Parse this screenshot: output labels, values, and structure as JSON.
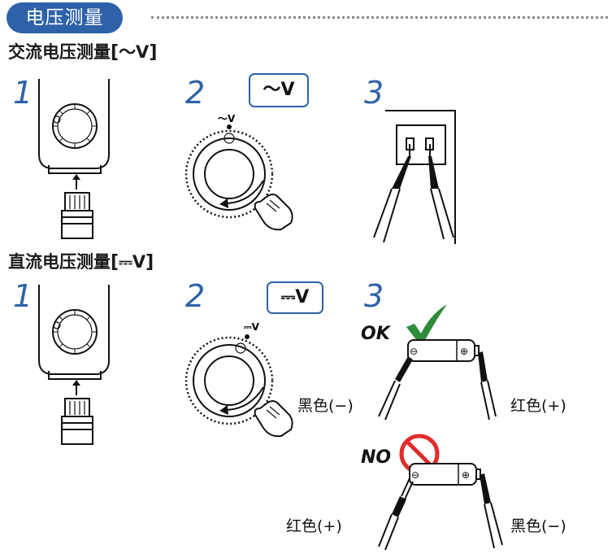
{
  "header": {
    "title": "电压测量"
  },
  "ac": {
    "title": "交流电压测量",
    "mode": "〜V",
    "steps": [
      "1",
      "2",
      "3"
    ],
    "bubble": "〜V",
    "dial_mark": "〜V"
  },
  "dc": {
    "title": "直流电压测量",
    "mode": "⎓V",
    "steps": [
      "1",
      "2",
      "3"
    ],
    "bubble": "⎓V",
    "dial_mark": "⎓V",
    "ok": {
      "label": "OK",
      "left_probe": "黑色(−)",
      "right_probe": "红色(+)"
    },
    "no": {
      "label": "NO",
      "left_probe": "红色(+)",
      "right_probe": "黑色(−)"
    }
  },
  "battery": {
    "minus": "⊖",
    "plus": "⊕"
  },
  "colors": {
    "accent": "#2d62a8",
    "ok_check": "#2e8b3a",
    "no_sign": "#e32a2a"
  },
  "icons": [
    "check-icon",
    "prohibited-icon",
    "hand-icon",
    "arrow-up-icon"
  ]
}
